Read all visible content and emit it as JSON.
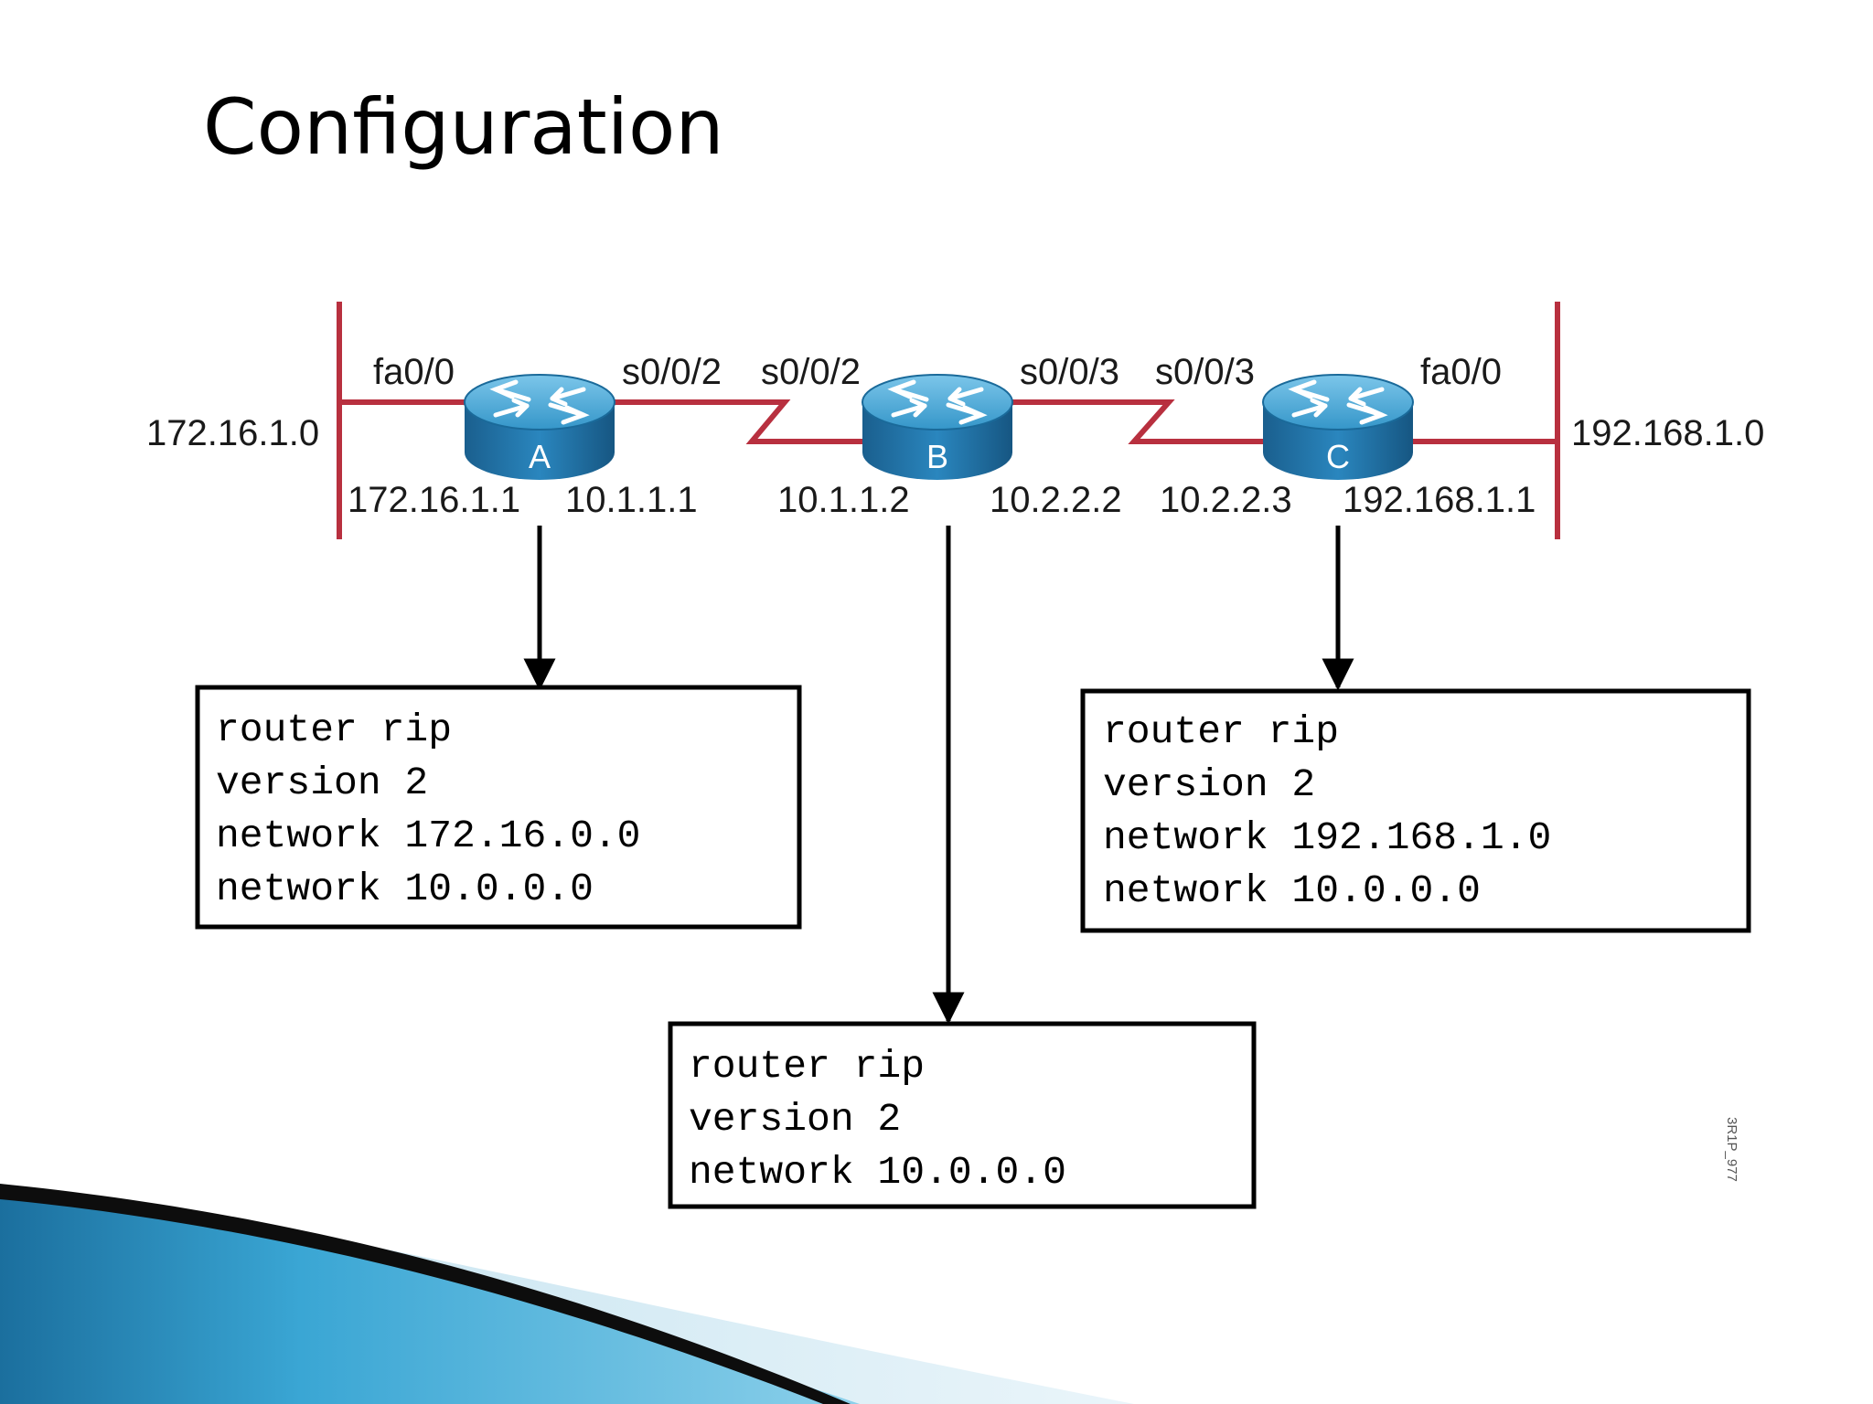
{
  "slide": {
    "title": "Configuration"
  },
  "colors": {
    "link": "#b8303f",
    "router_top": "#3b9fd0",
    "router_side": "#1a6a9a",
    "accent_wave": "#1e7fb0"
  },
  "networks": {
    "left": "172.16.1.0",
    "right": "192.168.1.0"
  },
  "routers": [
    {
      "id": "A",
      "iface_left": "fa0/0",
      "iface_right": "s0/0/2",
      "ip_left": "172.16.1.1",
      "ip_right": "10.1.1.1"
    },
    {
      "id": "B",
      "iface_left": "s0/0/2",
      "iface_right": "s0/0/3",
      "ip_left": "10.1.1.2",
      "ip_right": "10.2.2.2"
    },
    {
      "id": "C",
      "iface_left": "s0/0/3",
      "iface_right": "fa0/0",
      "ip_left": "10.2.2.3",
      "ip_right": "192.168.1.1"
    }
  ],
  "configs": {
    "A": [
      "router rip",
      "version 2",
      "network 172.16.0.0",
      "network 10.0.0.0"
    ],
    "B": [
      "router rip",
      "version 2",
      "network 10.0.0.0"
    ],
    "C": [
      "router rip",
      "version 2",
      "network 192.168.1.0",
      "network 10.0.0.0"
    ]
  },
  "figure_id": "3R1P_977"
}
